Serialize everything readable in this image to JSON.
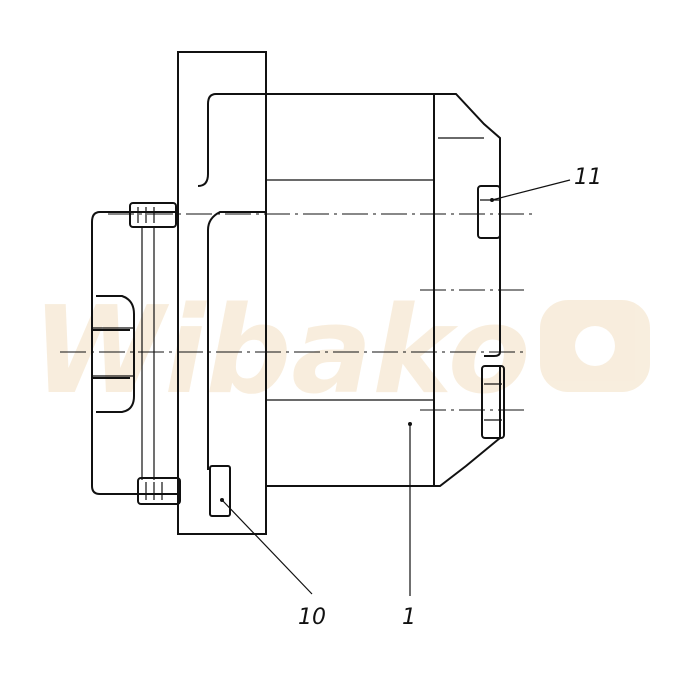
{
  "watermark": {
    "text": "Wibako",
    "color": "#f3e0c2"
  },
  "callouts": [
    {
      "id": "11",
      "label": "11"
    },
    {
      "id": "10",
      "label": "10"
    },
    {
      "id": "1",
      "label": "1"
    }
  ],
  "colors": {
    "line": "#111111",
    "background": "#ffffff"
  }
}
